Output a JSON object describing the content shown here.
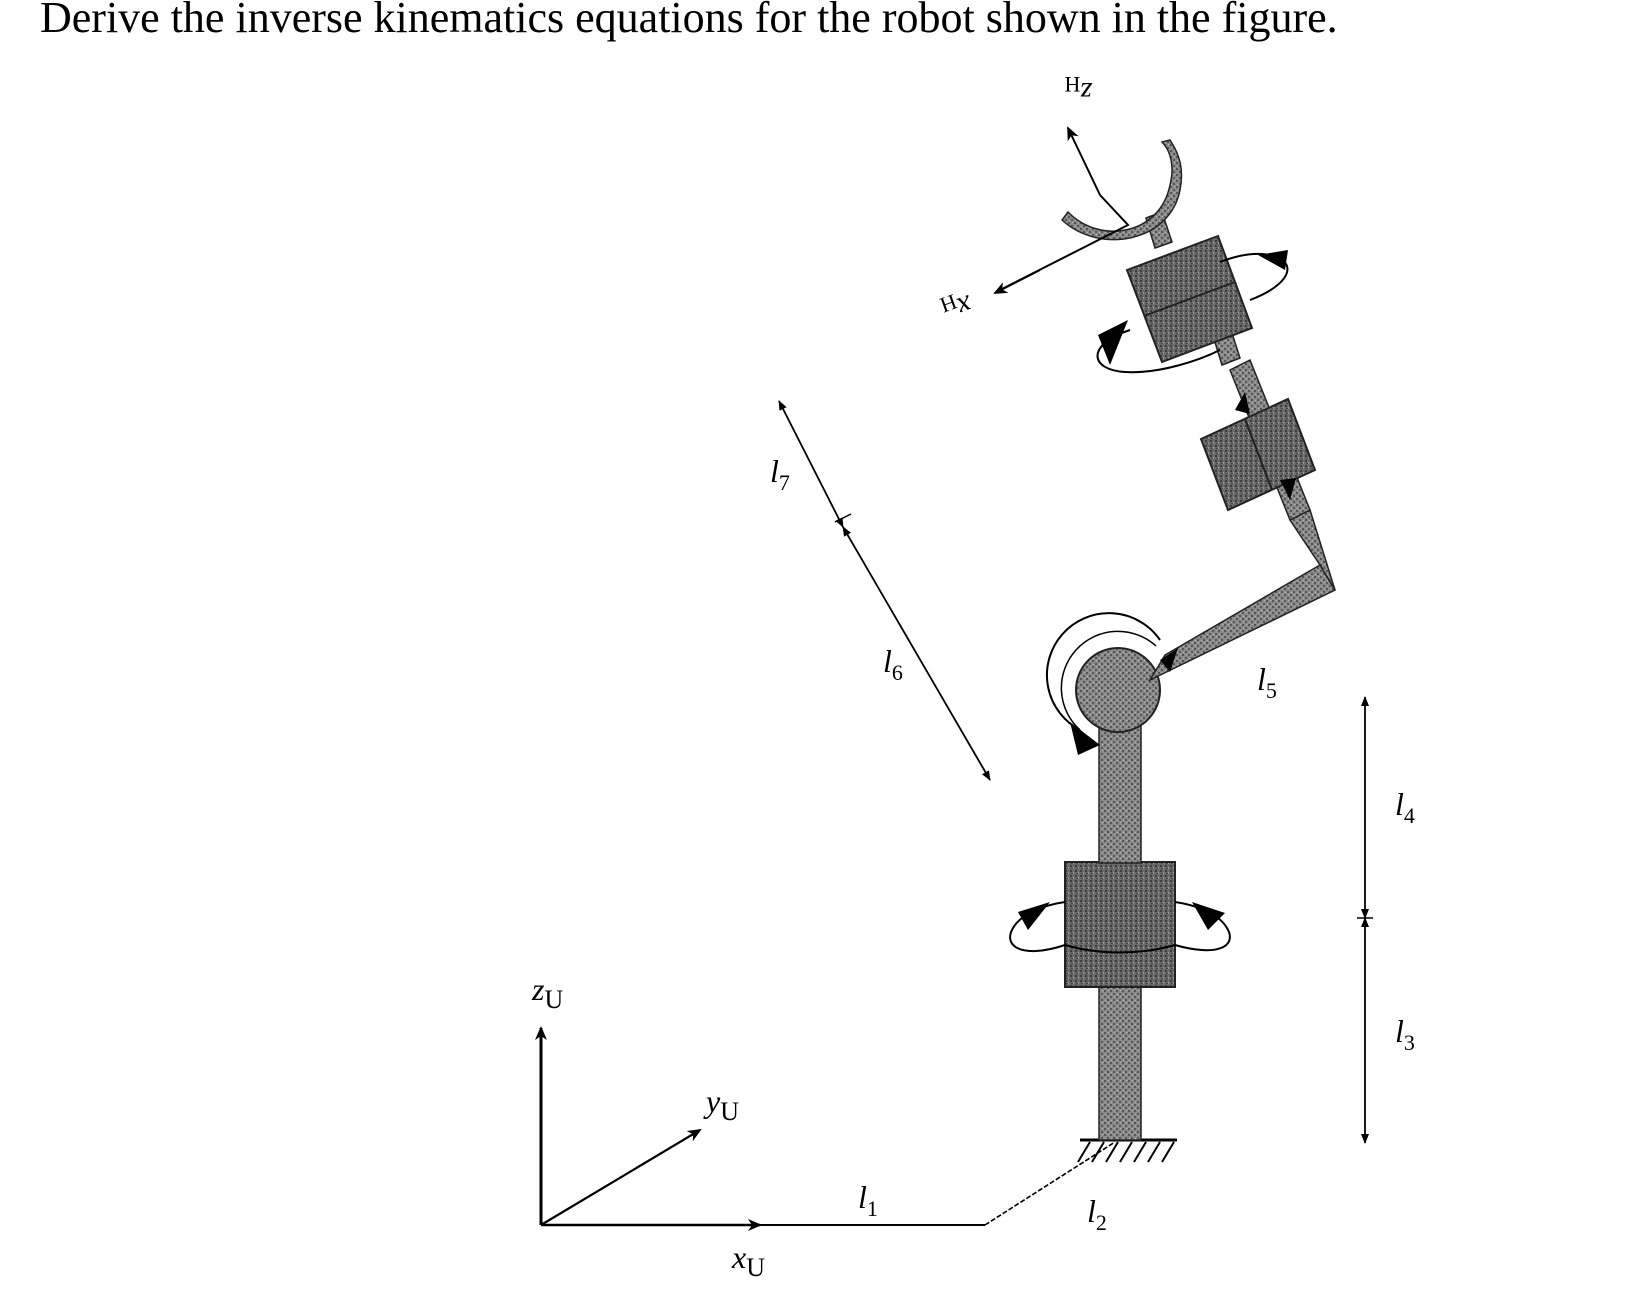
{
  "question": "Derive the inverse kinematics equations for the robot shown in the figure.",
  "labels": {
    "z_h": "z",
    "z_h_sub": "H",
    "x_h": "x",
    "x_h_sub": "H",
    "z_u": "z",
    "z_u_sub": "U",
    "y_u": "y",
    "y_u_sub": "U",
    "x_u": "x",
    "x_u_sub": "U",
    "l1": "l",
    "l1_sub": "1",
    "l2": "l",
    "l2_sub": "2",
    "l3": "l",
    "l3_sub": "3",
    "l4": "l",
    "l4_sub": "4",
    "l5": "l",
    "l5_sub": "5",
    "l6": "l",
    "l6_sub": "6",
    "l7": "l",
    "l7_sub": "7"
  },
  "colors": {
    "link_fill": "#8e8e8e",
    "block_fill": "#6f6f6f",
    "ink": "#000000"
  }
}
